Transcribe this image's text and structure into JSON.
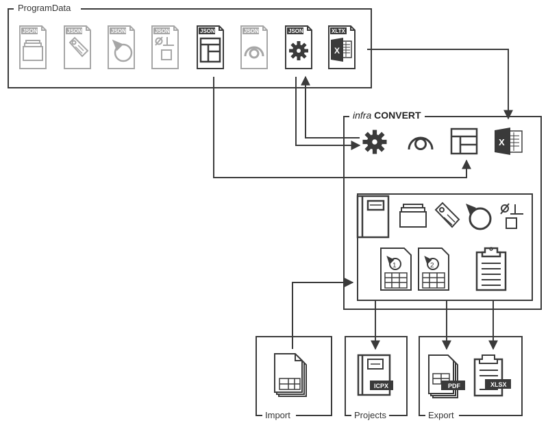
{
  "groups": {
    "programdata": "ProgramData",
    "import": "Import",
    "projects": "Projects",
    "export": "Export"
  },
  "app": {
    "brand_italic": "infra",
    "brand_bold": "CONVERT"
  },
  "file_tags": {
    "json": "JSON",
    "xltx": "XLTX",
    "icpx": "ICPX",
    "pdf": "PDF",
    "xlsx": "XLSX"
  },
  "excel_letter": "X",
  "template_numbers": [
    "1",
    "2"
  ],
  "colors": {
    "active": "#3a3a3a",
    "inactive": "#a6a6a6",
    "background": "#ffffff"
  }
}
